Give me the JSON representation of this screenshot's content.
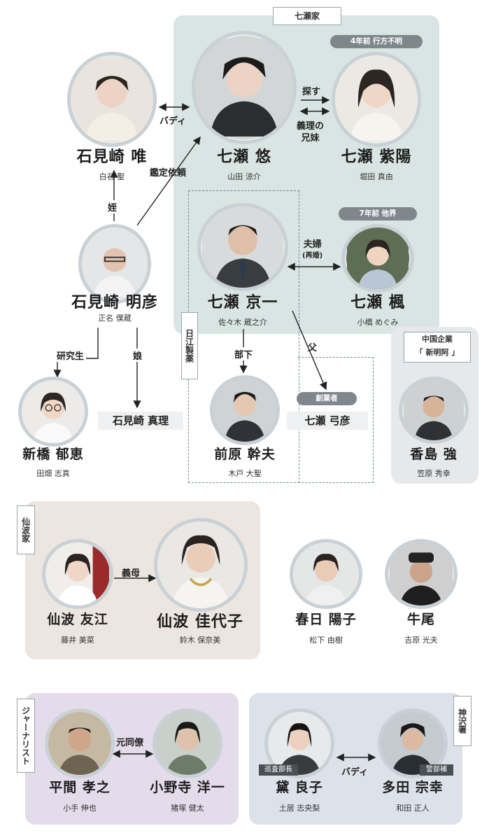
{
  "colors": {
    "nanase_region": "#d9e5e2",
    "senba_region": "#ede6e0",
    "journalist_region": "#e4dceb",
    "kamizawa_region": "#dde1ea",
    "chinese_region": "#e6e8ea",
    "pill": "#7f878d",
    "line": "#222222",
    "dashed": "#6e8a94"
  },
  "groups": {
    "nanase": "七瀬家",
    "nikko": "日江製薬",
    "senba": "仙波家",
    "journalist": "ジャーナリスト",
    "kamizawa": "神沢署",
    "chinese_line1": "中国企業",
    "chinese_line2": "「 新明阿 」"
  },
  "people": {
    "shiromi_yui": {
      "name": "石見崎 唯",
      "actor": "白石 聖"
    },
    "nanase_yu": {
      "name": "七瀬 悠",
      "actor": "山田 涼介"
    },
    "nanase_shiharu": {
      "name": "七瀬 紫陽",
      "actor": "堀田 真由",
      "note": "4年前 行方不明"
    },
    "shiromi_akihiko": {
      "name": "石見崎 明彦",
      "actor": "正名 僕蔵"
    },
    "nanase_kyoichi": {
      "name": "七瀬 京一",
      "actor": "佐々木 蔵之介"
    },
    "nanase_kaede": {
      "name": "七瀬 楓",
      "actor": "小橋 めぐみ",
      "note": "7年前 他界"
    },
    "niihashi_ikue": {
      "name": "新橋 郁恵",
      "actor": "田畑 志真"
    },
    "shiromi_mari": {
      "name": "石見崎 真理"
    },
    "maehara_mikio": {
      "name": "前原 幹夫",
      "actor": "木戸 大聖"
    },
    "nanase_yumihiko": {
      "name": "七瀬 弓彦",
      "note": "創業者"
    },
    "kashima_tsuyoshi": {
      "name": "香島 強",
      "actor": "笠原 秀幸"
    },
    "senba_tomoe": {
      "name": "仙波 友江",
      "actor": "藤井 美菜"
    },
    "senba_kayoko": {
      "name": "仙波 佳代子",
      "actor": "鈴木 保奈美"
    },
    "kasuga_yoko": {
      "name": "春日 陽子",
      "actor": "松下 由樹"
    },
    "ushio": {
      "name": "牛尾",
      "actor": "吉原 光夫"
    },
    "hirama_takayuki": {
      "name": "平間 孝之",
      "actor": "小手 伸也"
    },
    "onodera_yoichi": {
      "name": "小野寺 洋一",
      "actor": "猪塚 健太"
    },
    "mayuzumi_ryoko": {
      "name": "黛 良子",
      "actor": "土居 志央梨",
      "tag": "巡査部長"
    },
    "tada_muneyuki": {
      "name": "多田 宗幸",
      "actor": "和田 正人",
      "tag": "警部補"
    }
  },
  "relations": {
    "buddy1": "バディ",
    "sagasu": "探す",
    "giri_line1": "義理の",
    "giri_line2": "兄妹",
    "kantei": "鑑定依頼",
    "mei": "姪",
    "fufu": "夫婦",
    "saikon": "(再婚)",
    "kenkyusei": "研究生",
    "musume": "娘",
    "buka": "部下",
    "chichi": "父",
    "gibo": "義母",
    "motodoryo": "元同僚",
    "buddy2": "バディ"
  }
}
